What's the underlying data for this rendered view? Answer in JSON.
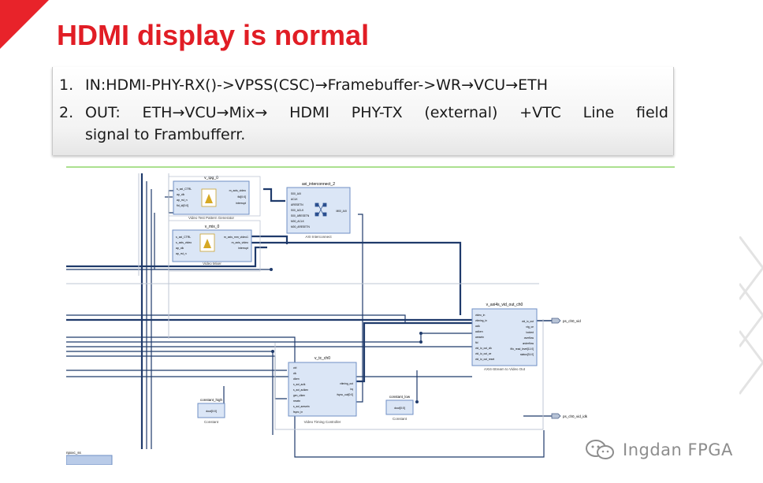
{
  "slide": {
    "title": "HDMI display is normal",
    "items": [
      {
        "num": "1.",
        "line1": "IN:HDMI-PHY-RX()->VPSS(CSC)→Framebuffer->WR→VCU→ETH",
        "line2": ""
      },
      {
        "num": "2.",
        "line1": "OUT: ETH→VCU→Mix→ HDMI PHY-TX (external) +VTC Line field",
        "line2": "signal to Frambufferr."
      }
    ]
  },
  "diagram": {
    "blocks": {
      "tpg": {
        "title": "v_tpg_0",
        "caption": "Video Test Pattern Generator",
        "ports_in": [
          "s_axi_CTRL",
          "ap_clk",
          "ap_rst_n",
          "fid_id[0:0]"
        ],
        "ports_out": [
          "m_axis_video",
          "fid[0:0]",
          "interrupt"
        ]
      },
      "axi": {
        "title": "axi_interconnect_2",
        "caption": "AXI Interconnect",
        "ports_in": [
          "S00_AXI",
          "ACLK",
          "ARESETN",
          "S00_ACLK",
          "S00_ARESETN",
          "M00_ACLK",
          "M00_ARESETN"
        ],
        "ports_out": [
          "M00_AXI"
        ]
      },
      "mix": {
        "title": "v_mix_0",
        "caption": "Video Mixer",
        "ports_in": [
          "s_axi_CTRL",
          "s_axis_video",
          "ap_clk",
          "ap_rst_n"
        ],
        "ports_out": [
          "m_axis_mm_video1",
          "m_axis_video",
          "interrupt"
        ]
      },
      "aout": {
        "title": "v_axi4s_vid_out_ch0",
        "caption": "AXI4-Stream to Video Out",
        "ports_in": [
          "video_in",
          "vtiming_in",
          "aclk",
          "aclken",
          "aresetn",
          "fid",
          "vid_io_out_clk",
          "vid_io_out_ce",
          "vid_io_out_reset"
        ],
        "ports_out": [
          "vid_io_out",
          "vtg_ce",
          "locked",
          "overflow",
          "underflow",
          "fifo_read_level[11:0]",
          "status[31:0]"
        ]
      },
      "vtc": {
        "title": "v_tc_ch0",
        "caption": "Video Timing Controller",
        "ports_in": [
          "ctrl",
          "clk",
          "clken",
          "s_axi_aclk",
          "s_axi_aclken",
          "gen_clken",
          "resetn",
          "s_axi_aresetn",
          "fsync_in"
        ],
        "ports_out": [
          "vtiming_out",
          "irq",
          "fsync_out[0:0]"
        ]
      },
      "chigh": {
        "title": "constant_high",
        "caption": "Constant",
        "port": "dout[0:0]"
      },
      "clow": {
        "title": "constant_low",
        "caption": "Constant",
        "port": "dout[0:0]"
      }
    },
    "external_ports": {
      "out1": "ps_ch0_vid",
      "out2": "ps_ch0_vid_idk",
      "partial": "npxxc_ss"
    }
  },
  "watermark": {
    "text": "Ingdan FPGA"
  },
  "colors": {
    "accent": "#e11d25",
    "block_fill": "#dbe6f6",
    "block_stroke": "#6f8fc4",
    "wire": "#1f3a6b"
  }
}
